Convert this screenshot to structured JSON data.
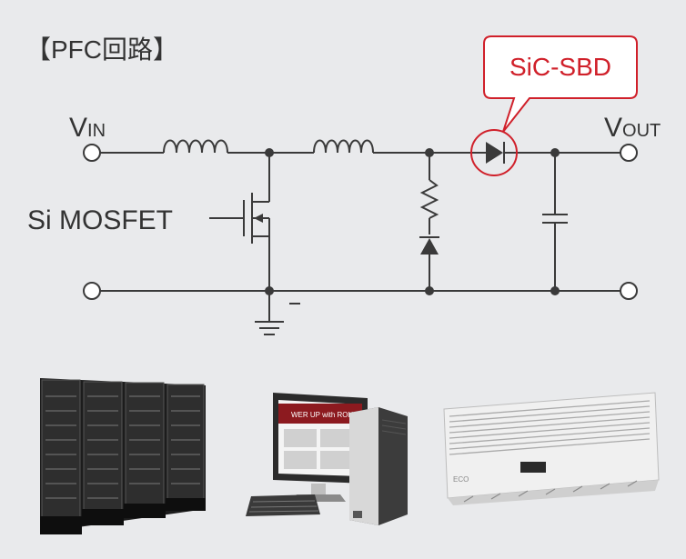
{
  "title": "【PFC回路】",
  "callout": "SiC-SBD",
  "labels": {
    "vin_main": "V",
    "vin_sub": "IN",
    "vout_main": "V",
    "vout_sub": "OUT",
    "mosfet": "Si MOSFET"
  },
  "colors": {
    "wire": "#3a3a3a",
    "accent": "#d0202a",
    "background": "#e9eaec"
  },
  "products": [
    {
      "name": "server-rack"
    },
    {
      "name": "desktop-pc",
      "screen_text": "WER UP with ROHM"
    },
    {
      "name": "air-conditioner",
      "brand_text": "ECO"
    }
  ]
}
